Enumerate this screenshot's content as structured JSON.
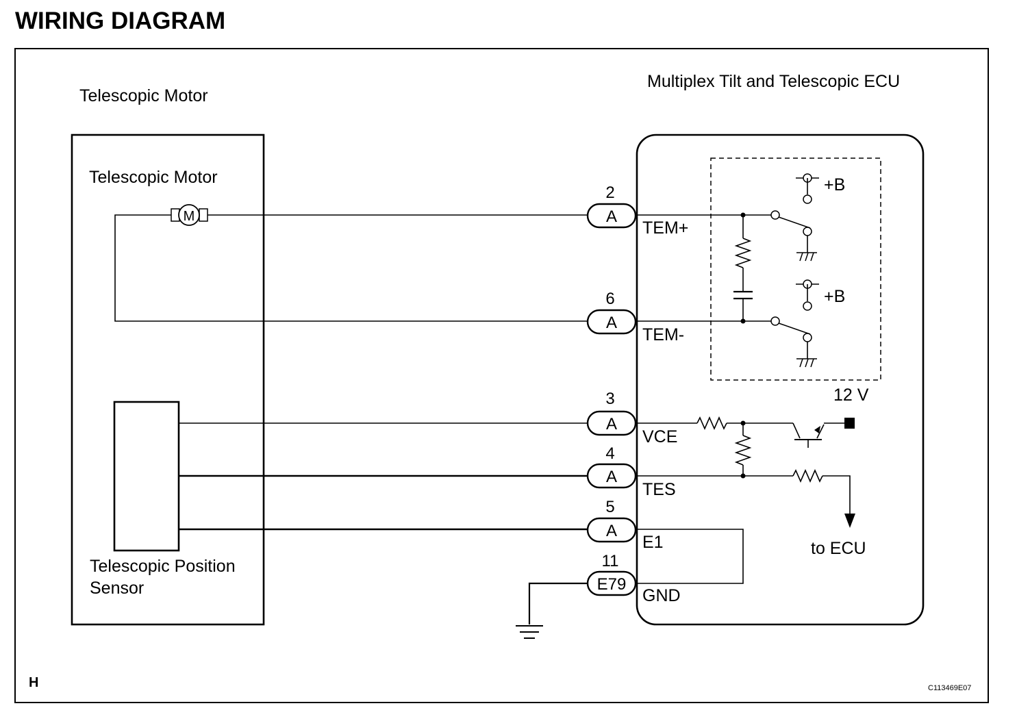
{
  "title": "WIRING DIAGRAM",
  "left_component": {
    "header": "Telescopic Motor",
    "motor_label": "Telescopic Motor",
    "motor_symbol": "M",
    "sensor_label_line1": "Telescopic Position",
    "sensor_label_line2": "Sensor"
  },
  "ecu": {
    "header": "Multiplex Tilt and Telescopic ECU",
    "supply_plus_b_1": "+B",
    "supply_plus_b_2": "+B",
    "voltage": "12 V",
    "to_ecu": "to ECU"
  },
  "connectors": [
    {
      "pin": "2",
      "code": "A",
      "terminal": "TEM+"
    },
    {
      "pin": "6",
      "code": "A",
      "terminal": "TEM-"
    },
    {
      "pin": "3",
      "code": "A",
      "terminal": "VCE"
    },
    {
      "pin": "4",
      "code": "A",
      "terminal": "TES"
    },
    {
      "pin": "5",
      "code": "A",
      "terminal": "E1"
    },
    {
      "pin": "11",
      "code": "E79",
      "terminal": "GND"
    }
  ],
  "footer": {
    "section_letter": "H",
    "figure_id": "C113469E07"
  }
}
